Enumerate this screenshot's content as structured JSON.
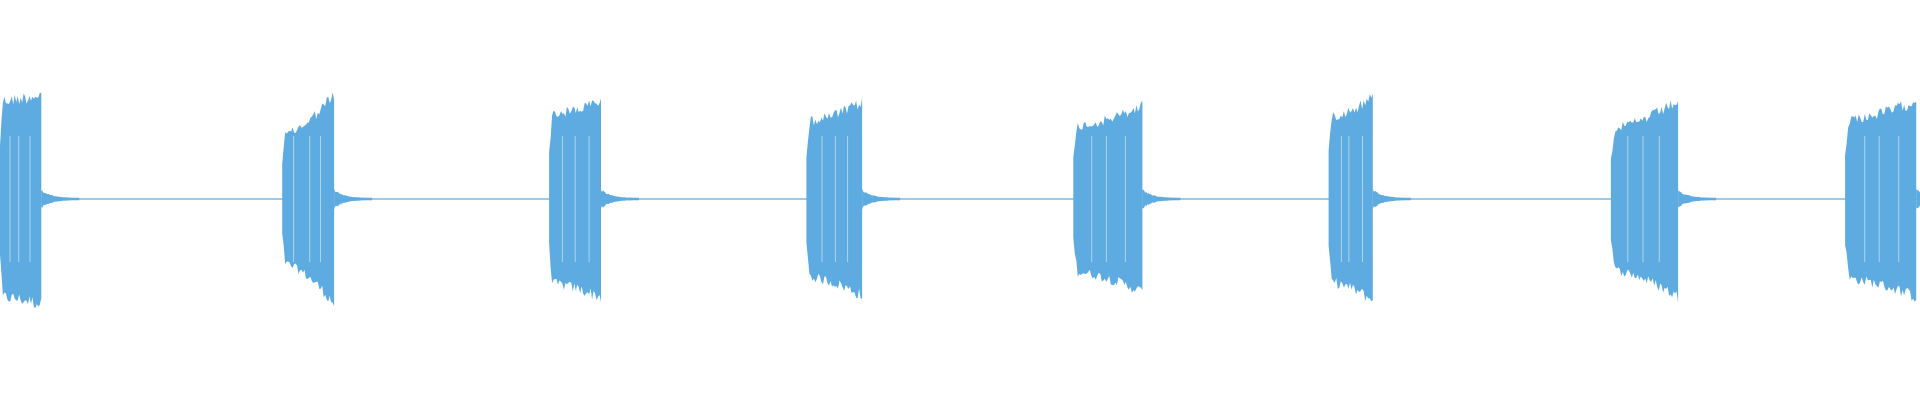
{
  "waveform": {
    "color": "#5dabe0",
    "background": "#ffffff",
    "bursts": [
      {
        "start": 0.0,
        "end": 0.0215,
        "peak_left": 0.58,
        "peak_right": 0.62
      },
      {
        "start": 0.147,
        "end": 0.174,
        "peak_left": 0.38,
        "peak_right": 0.62
      },
      {
        "start": 0.286,
        "end": 0.313,
        "peak_left": 0.5,
        "peak_right": 0.58
      },
      {
        "start": 0.42,
        "end": 0.449,
        "peak_left": 0.46,
        "peak_right": 0.57
      },
      {
        "start": 0.559,
        "end": 0.595,
        "peak_left": 0.43,
        "peak_right": 0.55
      },
      {
        "start": 0.692,
        "end": 0.715,
        "peak_left": 0.49,
        "peak_right": 0.6
      },
      {
        "start": 0.839,
        "end": 0.874,
        "peak_left": 0.42,
        "peak_right": 0.58
      },
      {
        "start": 0.961,
        "end": 0.998,
        "peak_left": 0.47,
        "peak_right": 0.58
      }
    ],
    "baseline_level": 0.006
  }
}
